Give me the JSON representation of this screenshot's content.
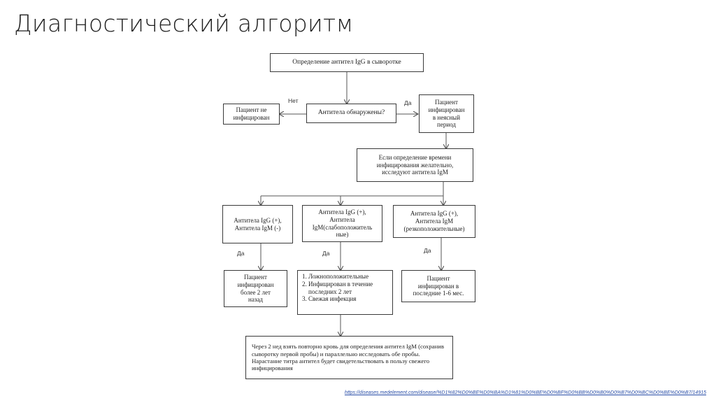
{
  "title": "Диагностический алгоритм",
  "flowchart": {
    "start": "Определение антител IgG в сыворотке",
    "question": "Антитела обнаружены?",
    "no_label": "Нет",
    "yes_label": "Да",
    "not_infected": "Пациент не\nинфицирован",
    "infected_unknown": "Пациент\nинфицирован\nв неясный\nпериод",
    "igm_test": "Если определение времени\nинфицирования желательно,\nисследуют антитела IgM",
    "case_left": "Антитела IgG (+),\nАнтитела IgM (-)",
    "case_mid": "Антитела IgG (+),\nАнтитела\nIgM(слабоположитель\nные)",
    "case_right": "Антитела IgG (+),\nАнтитела IgM\n(резкоположительные)",
    "da_left": "Да",
    "da_mid": "Да",
    "da_right": "Да",
    "result_left": "Пациент\nинфицирован\nболее 2 лет\nназад",
    "result_mid": [
      "1. Ложноположительные",
      "2. Инфицирован в течение\n    последних 2 лет",
      "3. Свежая инфекция"
    ],
    "result_right": "Пациент\nинфицирован в\nпоследние 1-6 мес.",
    "final": "Через 2 нед взять повторно кровь для определения антител IgM (сохранив сыворотку первой пробы) и параллельно исследовать обе пробы. Нарастание титра антител будет свидетельствовать в пользу свежего инфицирования"
  },
  "source_link": "https://diseases.medelement.com/disease/%D1%82%D0%BE%D0%BA%D1%81%D0%BE%D0%BF%D0%BB%D0%B0%D0%B7%D0%BC%D0%BE%D0%B7/14915"
}
